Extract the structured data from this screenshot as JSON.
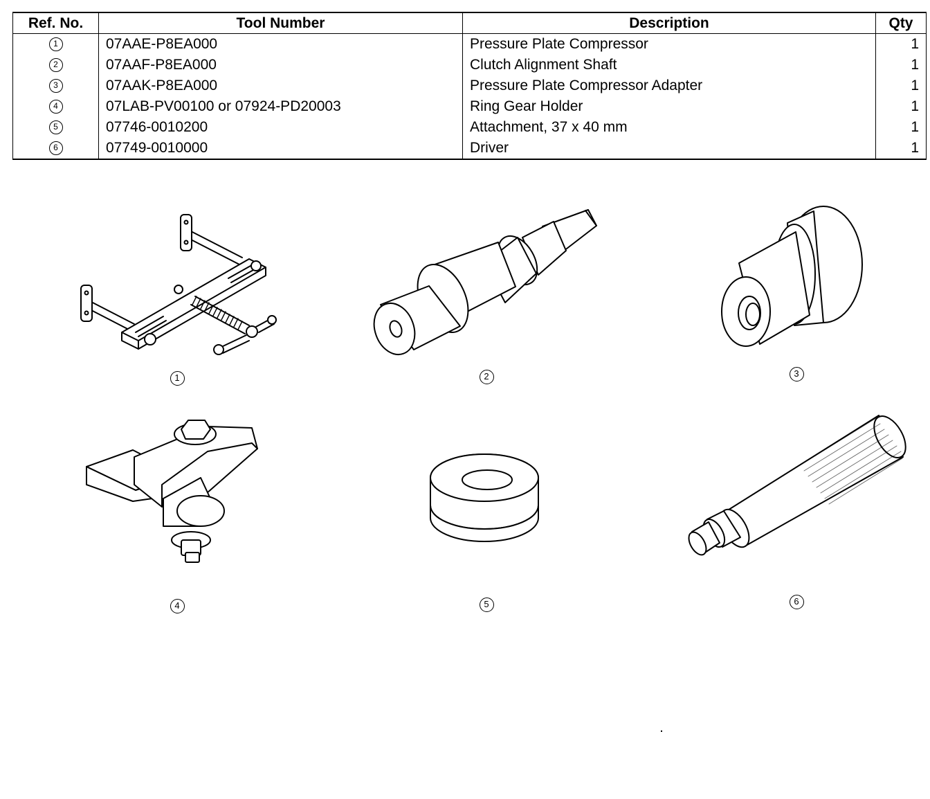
{
  "table": {
    "headers": [
      "Ref. No.",
      "Tool Number",
      "Description",
      "Qty"
    ],
    "rows": [
      {
        "ref": "1",
        "tool_number": "07AAE-P8EA000",
        "description": "Pressure Plate Compressor",
        "qty": "1"
      },
      {
        "ref": "2",
        "tool_number": "07AAF-P8EA000",
        "description": "Clutch Alignment Shaft",
        "qty": "1"
      },
      {
        "ref": "3",
        "tool_number": "07AAK-P8EA000",
        "description": "Pressure Plate Compressor Adapter",
        "qty": "1"
      },
      {
        "ref": "4",
        "tool_number": "07LAB-PV00100 or 07924-PD20003",
        "description": "Ring Gear Holder",
        "qty": "1"
      },
      {
        "ref": "5",
        "tool_number": "07746-0010200",
        "description": "Attachment, 37 x 40 mm",
        "qty": "1"
      },
      {
        "ref": "6",
        "tool_number": "07749-0010000",
        "description": "Driver",
        "qty": "1"
      }
    ]
  },
  "figures": [
    {
      "ref": "1",
      "icon": "pressure-plate-compressor-icon"
    },
    {
      "ref": "2",
      "icon": "clutch-alignment-shaft-icon"
    },
    {
      "ref": "3",
      "icon": "compressor-adapter-icon"
    },
    {
      "ref": "4",
      "icon": "ring-gear-holder-icon"
    },
    {
      "ref": "5",
      "icon": "attachment-icon"
    },
    {
      "ref": "6",
      "icon": "driver-icon"
    }
  ]
}
